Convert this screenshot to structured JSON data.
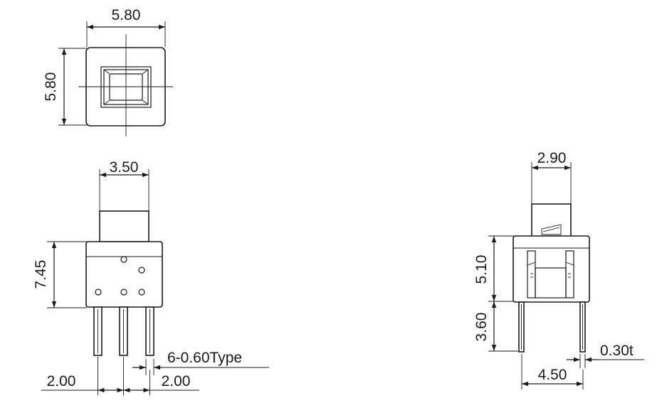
{
  "dimensions": {
    "top_width": "5.80",
    "top_height": "5.80",
    "actuator_width": "3.50",
    "body_height": "7.45",
    "pin_pitch_left": "2.00",
    "pin_pitch_right": "2.00",
    "pin_spec": "6-0.60Type",
    "side_actuator_width": "2.90",
    "side_body_height": "5.10",
    "side_pin_length": "3.60",
    "side_pin_spacing": "4.50",
    "pin_thickness": "0.30t"
  },
  "colors": {
    "line": "#1a1a1a",
    "background": "#ffffff"
  }
}
